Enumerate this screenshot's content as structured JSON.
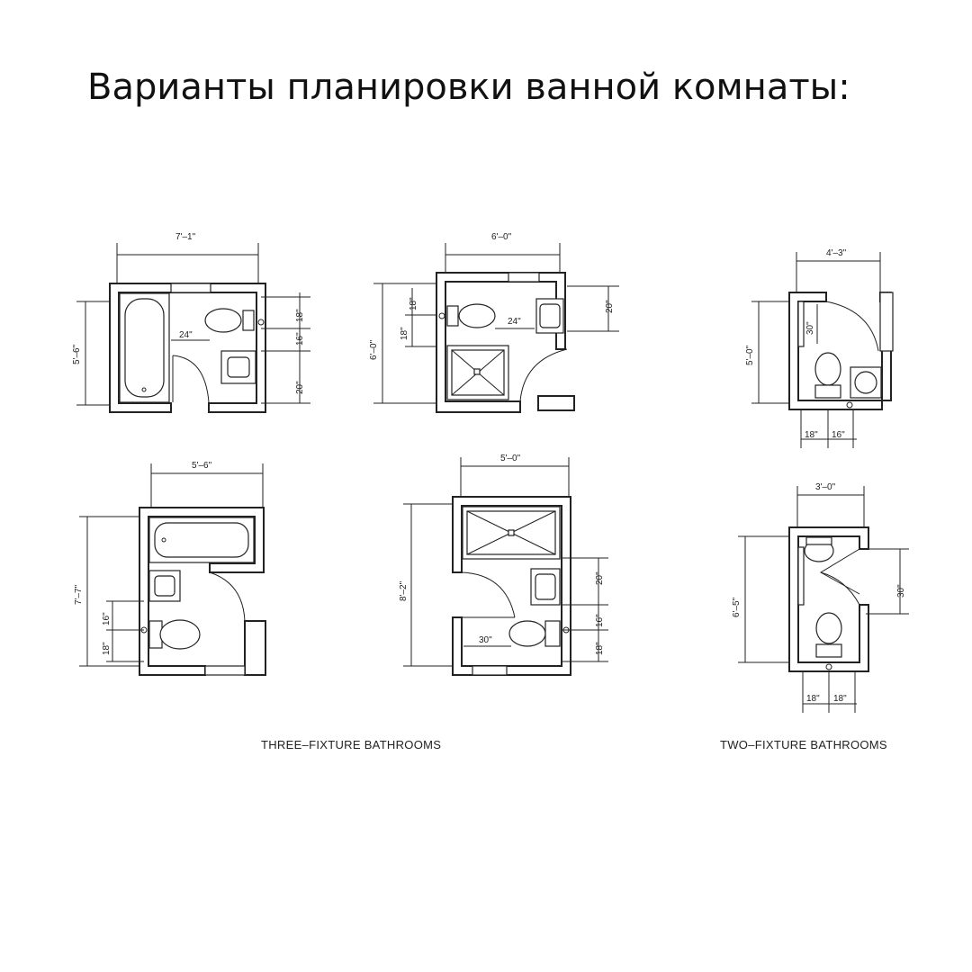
{
  "title": "Варианты планировки ванной комнаты:",
  "captions": {
    "three_fixture": "THREE–FIXTURE BATHROOMS",
    "two_fixture": "TWO–FIXTURE BATHROOMS"
  },
  "plans": {
    "p1": {
      "width": "7'–1\"",
      "height": "5'–6\"",
      "d1": "24\"",
      "d2": "18\"",
      "d3": "16\"",
      "d4": "20\""
    },
    "p2": {
      "width": "6'–0\"",
      "height": "6'–0\"",
      "d1": "18\"",
      "d2": "18\"",
      "d3": "24\"",
      "d4": "20\""
    },
    "p3": {
      "width": "4'–3\"",
      "height": "5'–0\"",
      "d1": "30\"",
      "d2": "18\"",
      "d3": "16\""
    },
    "p4": {
      "width": "5'–6\"",
      "height": "7'–7\"",
      "d1": "16\"",
      "d2": "18\""
    },
    "p5": {
      "width": "5'–0\"",
      "height": "8'–2\"",
      "d1": "20\"",
      "d2": "16\"",
      "d3": "18\"",
      "d4": "30\""
    },
    "p6": {
      "width": "3'–0\"",
      "height": "6'–5\"",
      "d1": "30\"",
      "d2": "18\"",
      "d3": "18\""
    }
  }
}
